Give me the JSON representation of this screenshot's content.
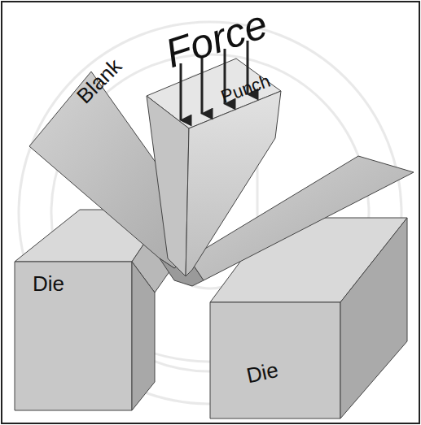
{
  "diagram": {
    "labels": [
      "Force",
      "Blank",
      "Punch",
      "Die",
      "Die"
    ]
  }
}
